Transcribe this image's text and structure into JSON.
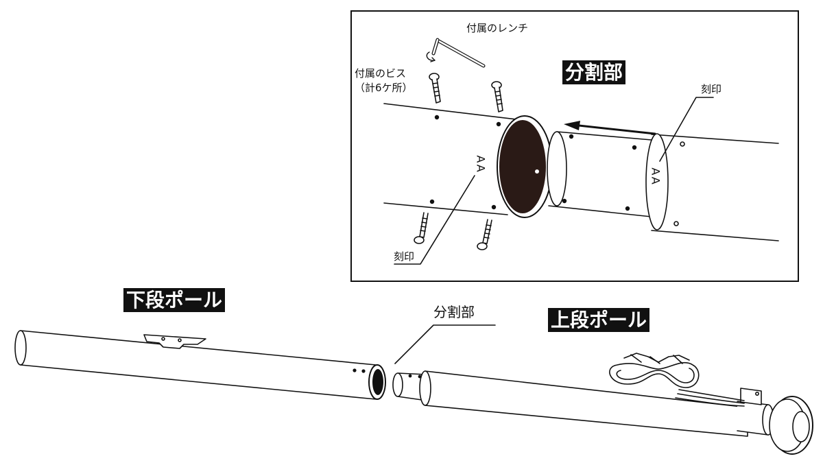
{
  "inset": {
    "title": "分割部",
    "wrench_label": "付属のレンチ",
    "screw_label_line1": "付属のビス",
    "screw_label_line2": "（計6ケ所）",
    "mark_label_left": "刻印",
    "mark_label_right": "刻印",
    "mark_text_left": "AA",
    "mark_text_right": "AA"
  },
  "main": {
    "lower_pole_title": "下段ポール",
    "upper_pole_title": "上段ポール",
    "joint_label": "分割部"
  },
  "colors": {
    "ink": "#111111",
    "background": "#ffffff",
    "pole_end_fill": "#2a1a16"
  }
}
